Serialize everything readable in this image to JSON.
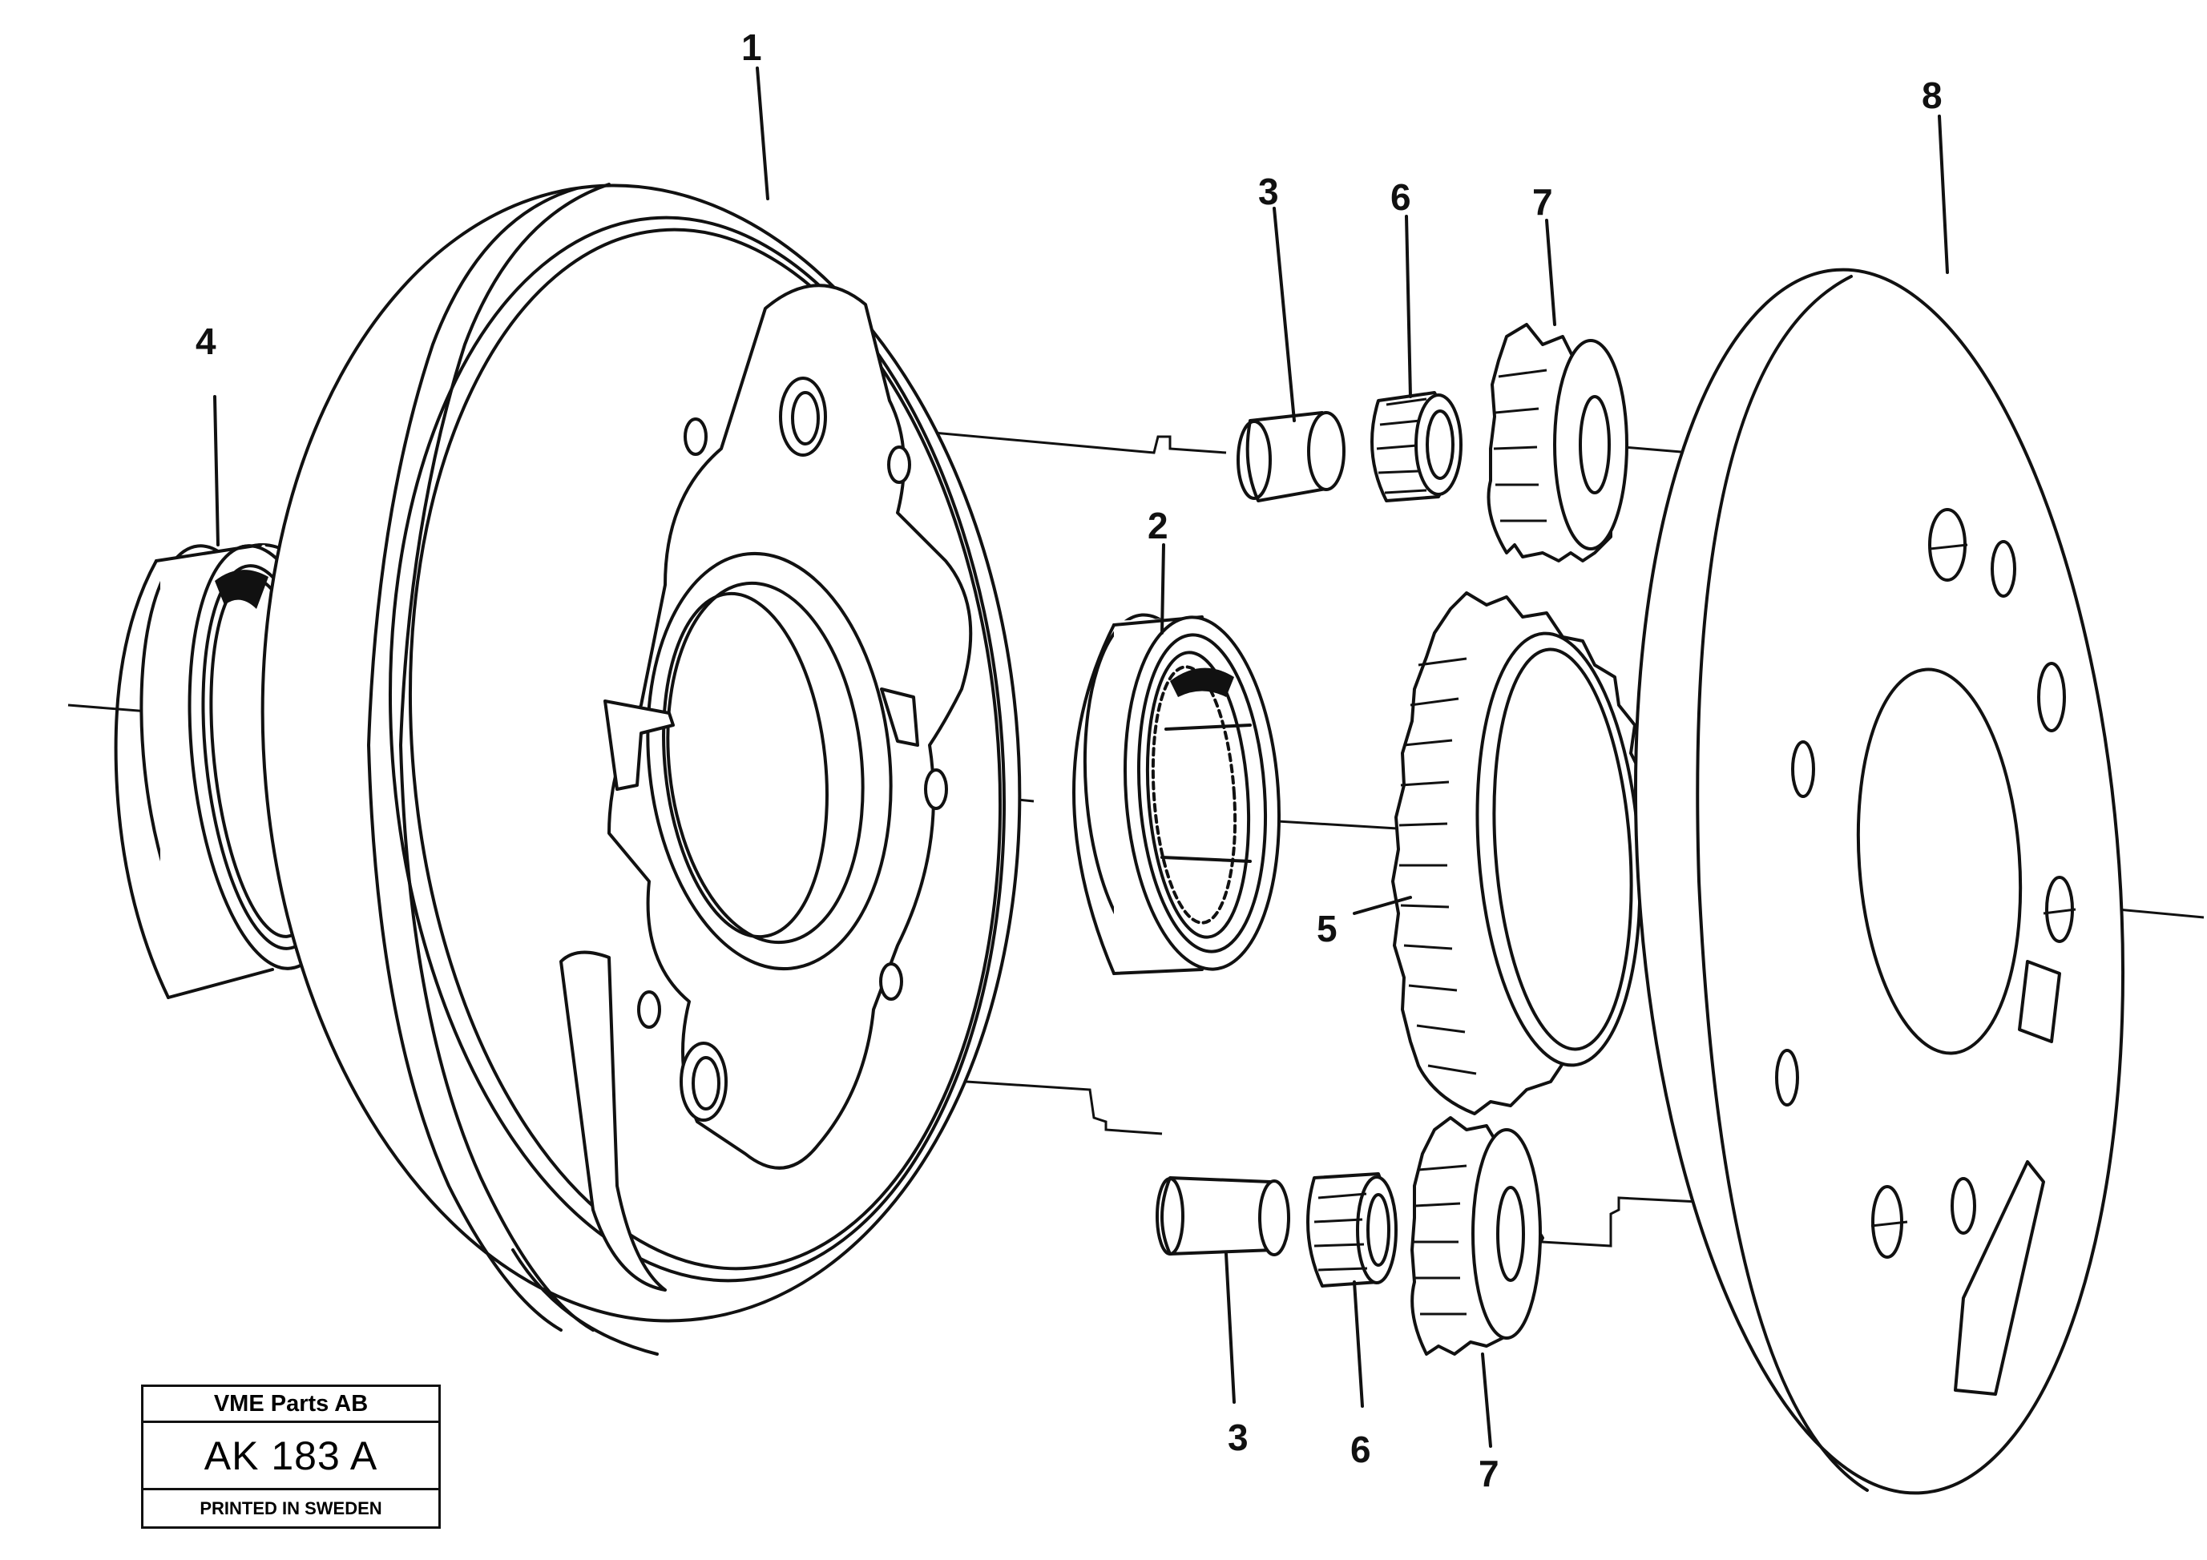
{
  "diagram": {
    "callouts": [
      {
        "id": "1",
        "label": "1"
      },
      {
        "id": "2",
        "label": "2"
      },
      {
        "id": "3a",
        "label": "3"
      },
      {
        "id": "3b",
        "label": "3"
      },
      {
        "id": "4",
        "label": "4"
      },
      {
        "id": "5",
        "label": "5"
      },
      {
        "id": "6a",
        "label": "6"
      },
      {
        "id": "6b",
        "label": "6"
      },
      {
        "id": "7a",
        "label": "7"
      },
      {
        "id": "7b",
        "label": "7"
      },
      {
        "id": "8",
        "label": "8"
      }
    ]
  },
  "title_block": {
    "company": "VME Parts AB",
    "drawing_number": "AK 183 A",
    "footer": "PRINTED IN SWEDEN"
  }
}
